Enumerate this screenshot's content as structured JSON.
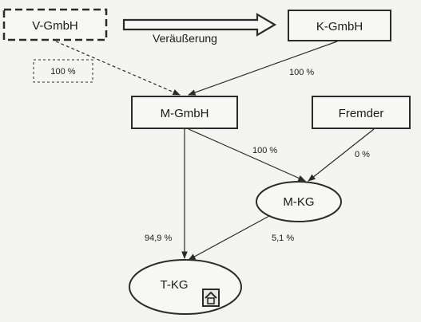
{
  "entities": {
    "v_gmbh": "V-GmbH",
    "k_gmbh": "K-GmbH",
    "m_gmbh": "M-GmbH",
    "fremder": "Fremder",
    "m_kg": "M-KG",
    "t_kg": "T-KG"
  },
  "transfer_label": "Veräußerung",
  "shares": {
    "v_to_m_old": "100 %",
    "k_to_m": "100 %",
    "m_to_mkg": "100 %",
    "fremder_to_mkg": "0 %",
    "m_to_tkg": "94,9 %",
    "mkg_to_tkg": "5,1 %"
  },
  "colors": {
    "stroke": "#2b2b2b",
    "background": "#f4f4f2",
    "box_fill": "#f7f7f5"
  },
  "icons": {
    "t_kg_marker": "house-icon"
  }
}
